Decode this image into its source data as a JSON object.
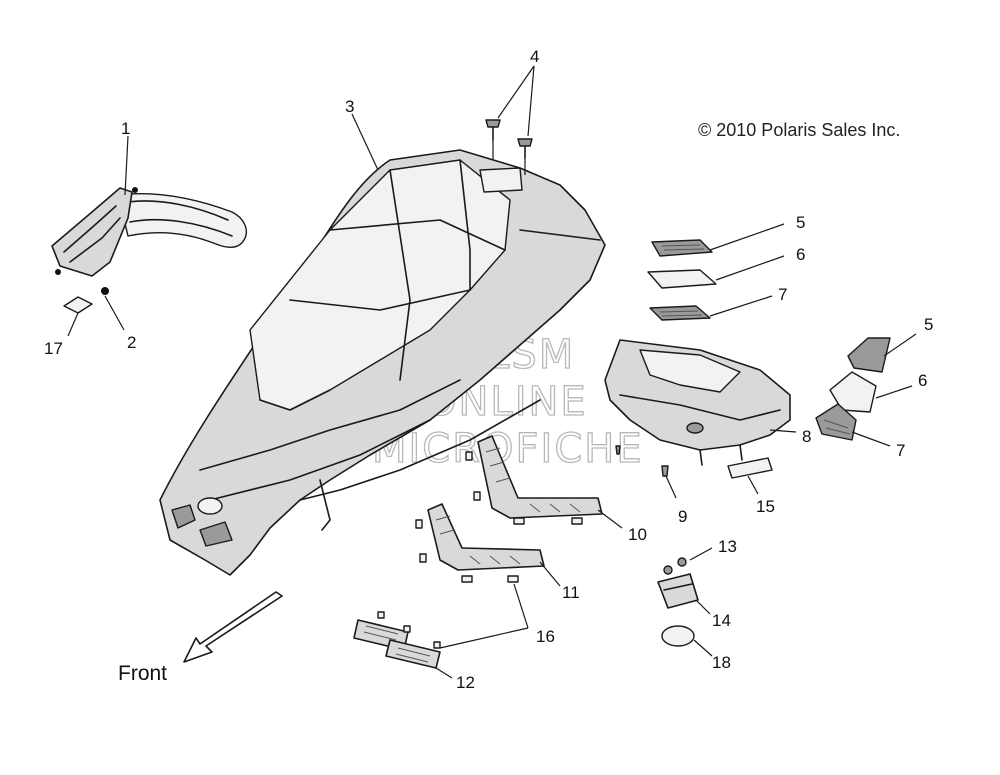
{
  "copyright": "© 2010 Polaris Sales Inc.",
  "front_label": "Front",
  "watermark": [
    "HLSM",
    "ONLINE",
    "MICROFICHE"
  ],
  "callouts": [
    "1",
    "2",
    "3",
    "4",
    "5",
    "6",
    "7",
    "8",
    "9",
    "10",
    "11",
    "12",
    "13",
    "14",
    "15",
    "16",
    "17",
    "18",
    "5",
    "6",
    "7"
  ]
}
